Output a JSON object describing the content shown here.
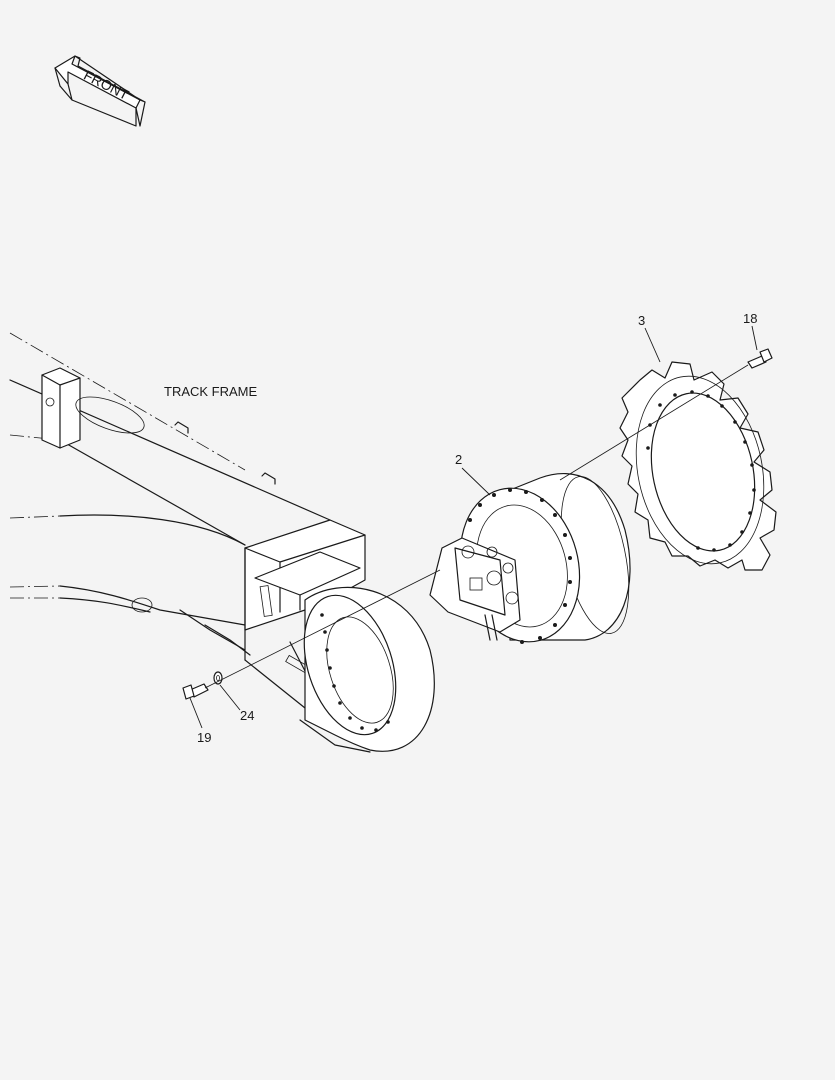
{
  "orientation": {
    "arrow_label": "FRONT"
  },
  "labels": {
    "track_frame": "TRACK FRAME",
    "callouts": [
      {
        "id": "2",
        "text": "2"
      },
      {
        "id": "3",
        "text": "3"
      },
      {
        "id": "18",
        "text": "18"
      },
      {
        "id": "19",
        "text": "19"
      },
      {
        "id": "24",
        "text": "24"
      }
    ]
  }
}
